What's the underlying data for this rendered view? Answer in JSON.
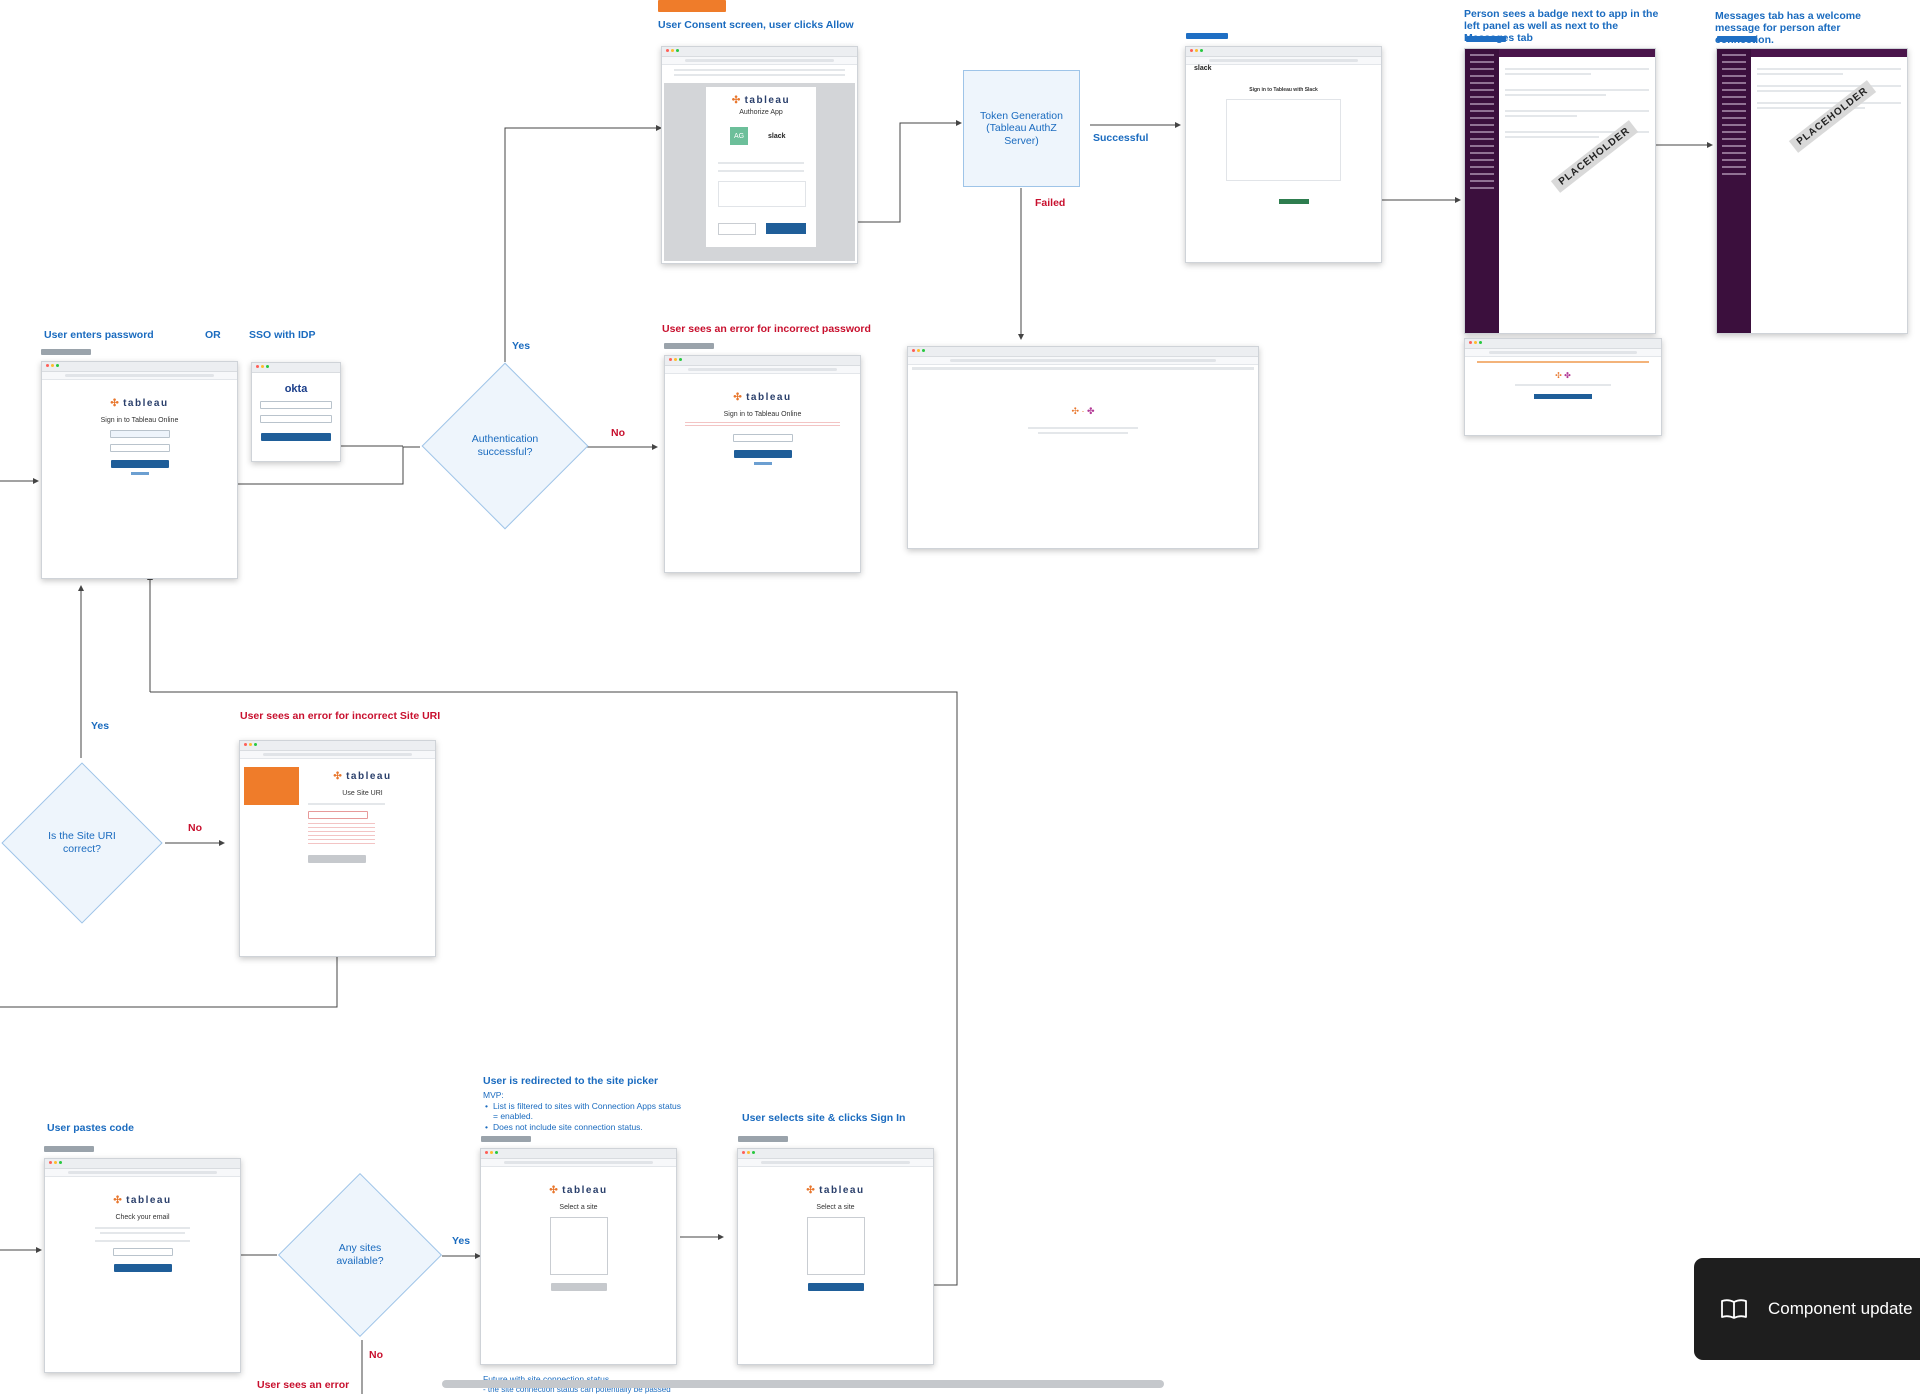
{
  "labels": {
    "user_enters_password": "User enters password",
    "or": "OR",
    "sso_with_idp": "SSO with IDP",
    "user_consent_screen": "User Consent screen, user clicks Allow",
    "error_incorrect_password": "User sees an error for incorrect password",
    "person_sees_badge": "Person sees a badge next to app in the left panel as well as next to the Messages tab",
    "messages_tab_welcome": "Messages tab has a welcome message for person after connection.",
    "error_incorrect_site_uri": "User sees an error for incorrect Site URI",
    "user_pastes_code": "User pastes code",
    "redirected_site_picker": "User is redirected to the site picker",
    "user_selects_site": "User selects site & clicks Sign In",
    "user_sees_an_error": "User sees an error",
    "future_site_status": "Future with site connection status",
    "site_status_passed": "- the site connection status can potentially be passed"
  },
  "mvp": {
    "heading": "MVP:",
    "items": [
      "List is filtered to sites with Connection Apps status = enabled.",
      "Does not include site connection status."
    ]
  },
  "decisions": {
    "authentication": "Authentication successful?",
    "site_uri": "Is the Site URI correct?",
    "any_sites": "Any sites available?"
  },
  "process": {
    "token_generation": "Token Generation (Tableau AuthZ Server)"
  },
  "edges": {
    "yes": "Yes",
    "no": "No",
    "successful": "Successful",
    "failed": "Failed"
  },
  "screens": {
    "logo_text": "tableau",
    "sign_in_title": "Sign in to Tableau Online",
    "authorize_title": "Authorize App",
    "use_site_uri": "Use Site URI",
    "check_email": "Check your email",
    "select_site": "Select a site",
    "slack_signin": "Sign in to Tableau with Slack",
    "okta": "okta",
    "slack": "slack",
    "ag": "AG",
    "placeholder": "PLACEHOLDER"
  },
  "toast": {
    "text": "Component update"
  },
  "colors": {
    "label_blue": "#1a6bbf",
    "error_red": "#c8102e",
    "tableau_blue": "#1f5e99",
    "slack_purple": "#3b0f3d",
    "tableau_orange": "#e8762c"
  }
}
